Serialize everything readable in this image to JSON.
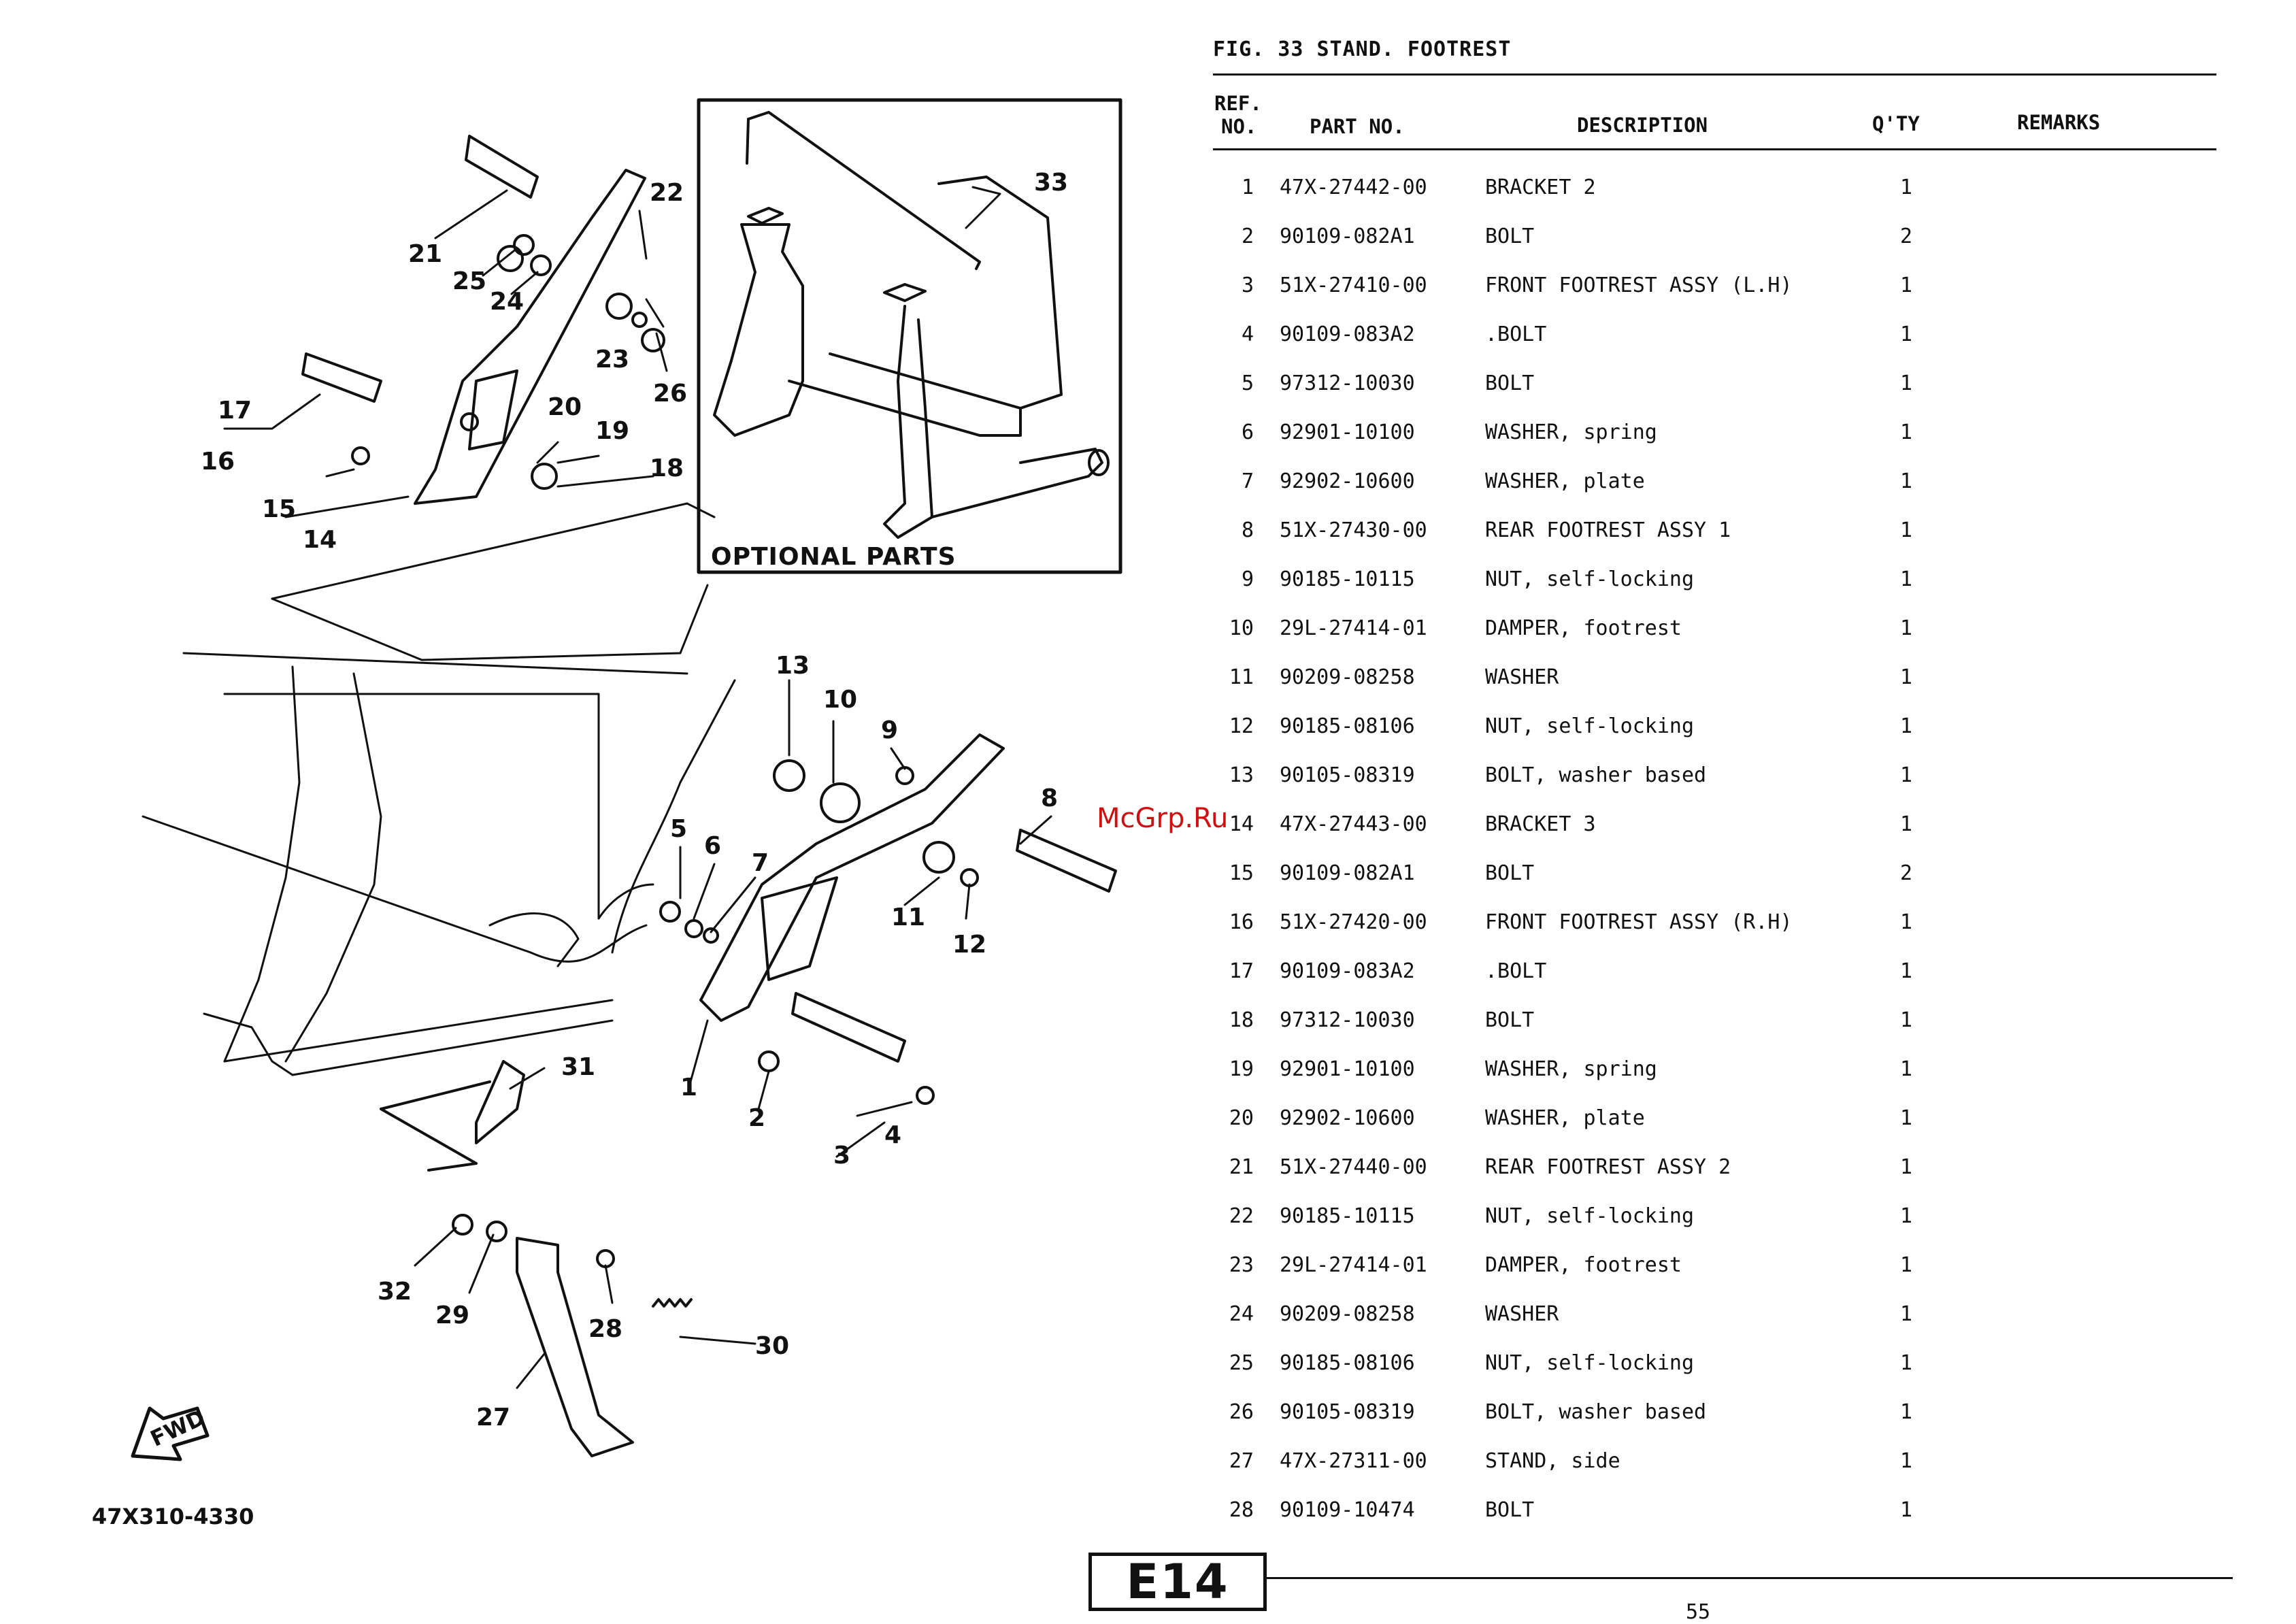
{
  "figure": {
    "title": "FIG. 33  STAND. FOOTREST",
    "optional_parts_label": "OPTIONAL PARTS",
    "diagram_code": "47X310-4330",
    "fwd_label": "FWD",
    "callouts": [
      "1",
      "2",
      "3",
      "4",
      "5",
      "6",
      "7",
      "8",
      "9",
      "10",
      "11",
      "12",
      "13",
      "14",
      "15",
      "16",
      "17",
      "18",
      "19",
      "20",
      "21",
      "22",
      "23",
      "24",
      "25",
      "26",
      "27",
      "28",
      "29",
      "30",
      "31",
      "32",
      "33"
    ]
  },
  "table": {
    "headers": {
      "ref_line1": "REF.",
      "ref_line2": "NO.",
      "part_no": "PART NO.",
      "description": "DESCRIPTION",
      "qty": "Q'TY",
      "remarks": "REMARKS"
    },
    "rows": [
      {
        "ref": "1",
        "part": "47X-27442-00",
        "desc": "BRACKET 2",
        "qty": "1",
        "remarks": ""
      },
      {
        "ref": "2",
        "part": "90109-082A1",
        "desc": "BOLT",
        "qty": "2",
        "remarks": ""
      },
      {
        "ref": "3",
        "part": "51X-27410-00",
        "desc": "FRONT FOOTREST ASSY (L.H)",
        "qty": "1",
        "remarks": ""
      },
      {
        "ref": "4",
        "part": "90109-083A2",
        "desc": ".BOLT",
        "qty": "1",
        "remarks": ""
      },
      {
        "ref": "5",
        "part": "97312-10030",
        "desc": "BOLT",
        "qty": "1",
        "remarks": ""
      },
      {
        "ref": "6",
        "part": "92901-10100",
        "desc": "WASHER, spring",
        "qty": "1",
        "remarks": ""
      },
      {
        "ref": "7",
        "part": "92902-10600",
        "desc": "WASHER, plate",
        "qty": "1",
        "remarks": ""
      },
      {
        "ref": "8",
        "part": "51X-27430-00",
        "desc": "REAR FOOTREST ASSY 1",
        "qty": "1",
        "remarks": ""
      },
      {
        "ref": "9",
        "part": "90185-10115",
        "desc": "NUT, self-locking",
        "qty": "1",
        "remarks": ""
      },
      {
        "ref": "10",
        "part": "29L-27414-01",
        "desc": "DAMPER, footrest",
        "qty": "1",
        "remarks": ""
      },
      {
        "ref": "11",
        "part": "90209-08258",
        "desc": "WASHER",
        "qty": "1",
        "remarks": ""
      },
      {
        "ref": "12",
        "part": "90185-08106",
        "desc": "NUT, self-locking",
        "qty": "1",
        "remarks": ""
      },
      {
        "ref": "13",
        "part": "90105-08319",
        "desc": "BOLT, washer based",
        "qty": "1",
        "remarks": ""
      },
      {
        "ref": "14",
        "part": "47X-27443-00",
        "desc": "BRACKET 3",
        "qty": "1",
        "remarks": ""
      },
      {
        "ref": "15",
        "part": "90109-082A1",
        "desc": "BOLT",
        "qty": "2",
        "remarks": ""
      },
      {
        "ref": "16",
        "part": "51X-27420-00",
        "desc": "FRONT FOOTREST ASSY (R.H)",
        "qty": "1",
        "remarks": ""
      },
      {
        "ref": "17",
        "part": "90109-083A2",
        "desc": ".BOLT",
        "qty": "1",
        "remarks": ""
      },
      {
        "ref": "18",
        "part": "97312-10030",
        "desc": "BOLT",
        "qty": "1",
        "remarks": ""
      },
      {
        "ref": "19",
        "part": "92901-10100",
        "desc": "WASHER, spring",
        "qty": "1",
        "remarks": ""
      },
      {
        "ref": "20",
        "part": "92902-10600",
        "desc": "WASHER, plate",
        "qty": "1",
        "remarks": ""
      },
      {
        "ref": "21",
        "part": "51X-27440-00",
        "desc": "REAR FOOTREST ASSY 2",
        "qty": "1",
        "remarks": ""
      },
      {
        "ref": "22",
        "part": "90185-10115",
        "desc": "NUT, self-locking",
        "qty": "1",
        "remarks": ""
      },
      {
        "ref": "23",
        "part": "29L-27414-01",
        "desc": "DAMPER, footrest",
        "qty": "1",
        "remarks": ""
      },
      {
        "ref": "24",
        "part": "90209-08258",
        "desc": "WASHER",
        "qty": "1",
        "remarks": ""
      },
      {
        "ref": "25",
        "part": "90185-08106",
        "desc": "NUT, self-locking",
        "qty": "1",
        "remarks": ""
      },
      {
        "ref": "26",
        "part": "90105-08319",
        "desc": "BOLT, washer based",
        "qty": "1",
        "remarks": ""
      },
      {
        "ref": "27",
        "part": "47X-27311-00",
        "desc": "STAND, side",
        "qty": "1",
        "remarks": ""
      },
      {
        "ref": "28",
        "part": "90109-10474",
        "desc": "BOLT",
        "qty": "1",
        "remarks": ""
      }
    ]
  },
  "footer": {
    "sheet_tag": "E14",
    "page_number": "55",
    "watermark": "McGrp.Ru"
  }
}
